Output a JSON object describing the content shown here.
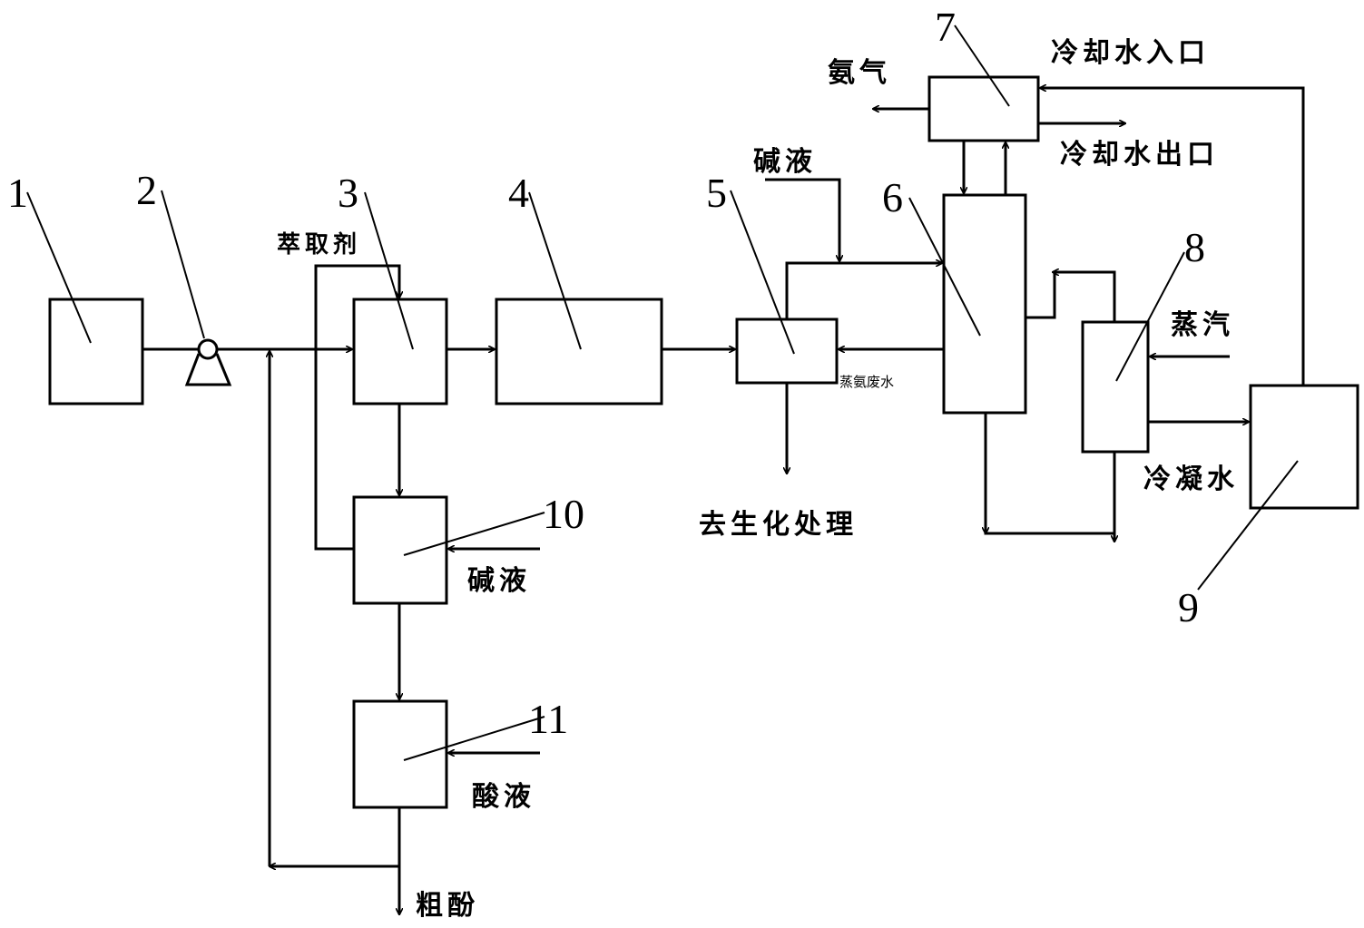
{
  "equipment_numbers": {
    "n1": "1",
    "n2": "2",
    "n3": "3",
    "n4": "4",
    "n5": "5",
    "n6": "6",
    "n7": "7",
    "n8": "8",
    "n9": "9",
    "n10": "10",
    "n11": "11"
  },
  "labels": {
    "extractant": "萃取剂",
    "alkali_top": "碱液",
    "alkali_10": "碱液",
    "acid_11": "酸液",
    "crude_phenol": "粗酚",
    "biochem": "去生化处理",
    "ammonia": "氨气",
    "cw_in": "冷却水入口",
    "cw_out": "冷却水出口",
    "steam": "蒸汽",
    "condensate": "冷凝水",
    "stripped_water": "蒸氨废水"
  }
}
